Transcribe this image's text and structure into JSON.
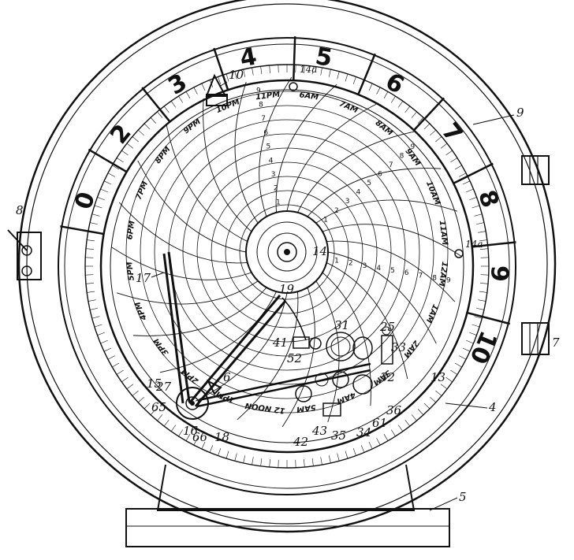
{
  "dial_numbers": [
    "0",
    "2",
    "3",
    "4",
    "5",
    "6",
    "7",
    "8",
    "9",
    "10"
  ],
  "reference_numerals": {
    "stop_pin": "10",
    "bezel": "9",
    "hanger": "8",
    "plunger": "7",
    "frame": "4",
    "base": "5",
    "pin_top": "14a",
    "pin_right": "14a",
    "hub": "14",
    "arm_pivot": "19",
    "lever_17": "17",
    "lever_15": "15",
    "ref_27": "27",
    "ref_65": "65",
    "ref_16": "16",
    "ref_66": "66",
    "ref_18": "18",
    "ref_6": "6",
    "ref_41": "41",
    "ref_52": "52",
    "ref_31": "31",
    "ref_25": "25",
    "ref_33": "33",
    "ref_32": "32",
    "ref_13": "13",
    "ref_36": "36",
    "ref_61": "61",
    "ref_34": "34",
    "ref_35": "35",
    "ref_43": "43",
    "ref_42": "42"
  },
  "chart_hours": [
    "6AM",
    "7AM",
    "8AM",
    "9AM",
    "10AM",
    "11AM",
    "12AM",
    "1AM",
    "2AM",
    "3AM",
    "4AM",
    "5AM",
    "12 NOON",
    "1PM",
    "2PM",
    "3PM",
    "4PM",
    "5PM",
    "6PM",
    "7PM",
    "8PM",
    "9PM",
    "10PM",
    "11PM"
  ],
  "chart_rings": [
    "1",
    "2",
    "3",
    "4",
    "5",
    "6",
    "7",
    "8",
    "9"
  ]
}
